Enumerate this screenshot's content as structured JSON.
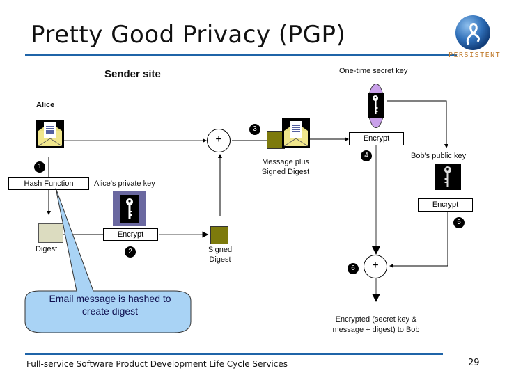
{
  "slide": {
    "title": "Pretty Good Privacy (PGP)",
    "footer": "Full-service Software Product Development Life Cycle Services",
    "page_number": "29",
    "logo_text": "PERSISTENT",
    "colors": {
      "rule": "#1f64a8",
      "logo_text": "#c07a2a",
      "callout_fill": "#a9d3f5",
      "signed_digest": "#7d7a0c",
      "digest": "#dcdcc0",
      "private_key_frame": "#6a68a0",
      "secret_key_fill": "#c9a0ea"
    }
  },
  "diagram": {
    "section_title": "Sender site",
    "sender": "Alice",
    "hash_function": "Hash Function",
    "private_key_label": "Alice's private key",
    "encrypt": "Encrypt",
    "digest_label": "Digest",
    "signed_digest_label_1": "Signed",
    "signed_digest_label_2": "Digest",
    "plus": "+",
    "message_plus_1": "Message plus",
    "message_plus_2": "Signed Digest",
    "secret_key_label": "One-time secret key",
    "public_key_label": "Bob's public key",
    "output_1": "Encrypted (secret key &",
    "output_2": "message + digest) to Bob",
    "steps": [
      "1",
      "2",
      "3",
      "4",
      "5",
      "6"
    ],
    "callout_1": "Email message is hashed to",
    "callout_2": "create digest"
  }
}
